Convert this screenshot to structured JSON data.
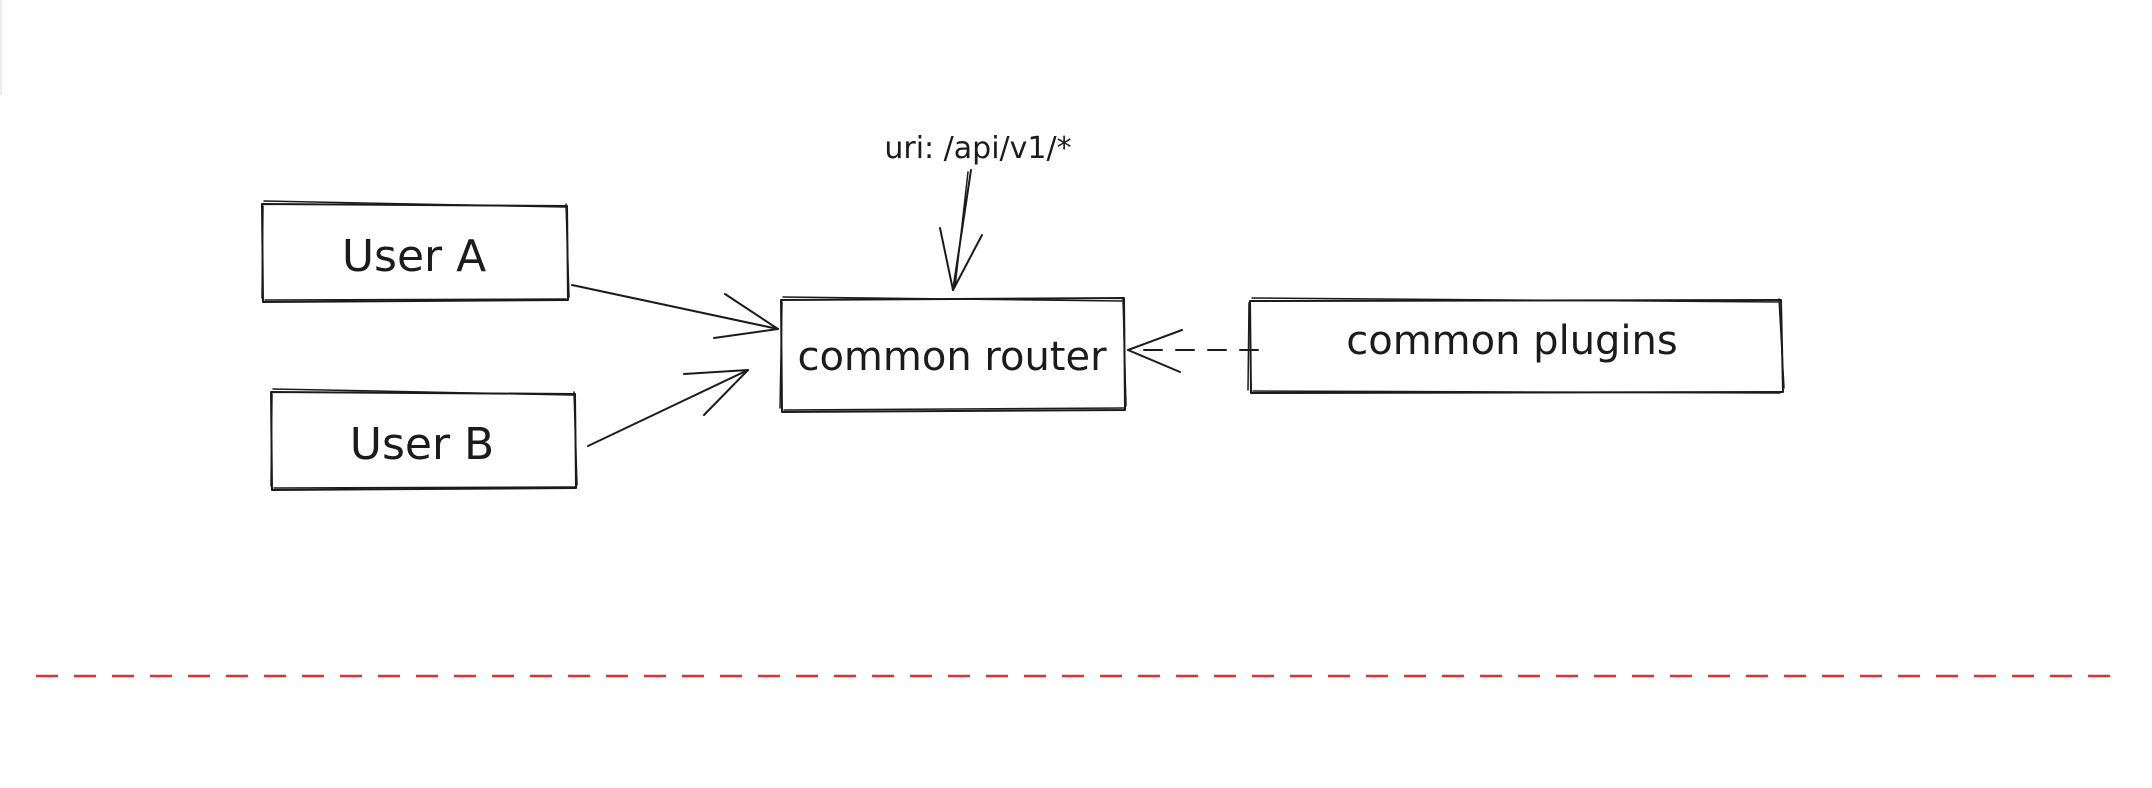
{
  "nodes": {
    "user_a": {
      "label": "User A"
    },
    "user_b": {
      "label": "User B"
    },
    "common_router": {
      "label": "common router"
    },
    "common_plugins": {
      "label": "common plugins"
    }
  },
  "annotation": {
    "uri_label": "uri: /api/v1/*"
  },
  "edges": [
    {
      "from": "user_a",
      "to": "common_router",
      "style": "solid"
    },
    {
      "from": "user_b",
      "to": "common_router",
      "style": "solid"
    },
    {
      "from": "uri_label",
      "to": "common_router",
      "style": "solid"
    },
    {
      "from": "common_plugins",
      "to": "common_router",
      "style": "dashed"
    }
  ],
  "colors": {
    "stroke": "#1b1b1b",
    "separator": "#e03131",
    "background": "#ffffff"
  }
}
